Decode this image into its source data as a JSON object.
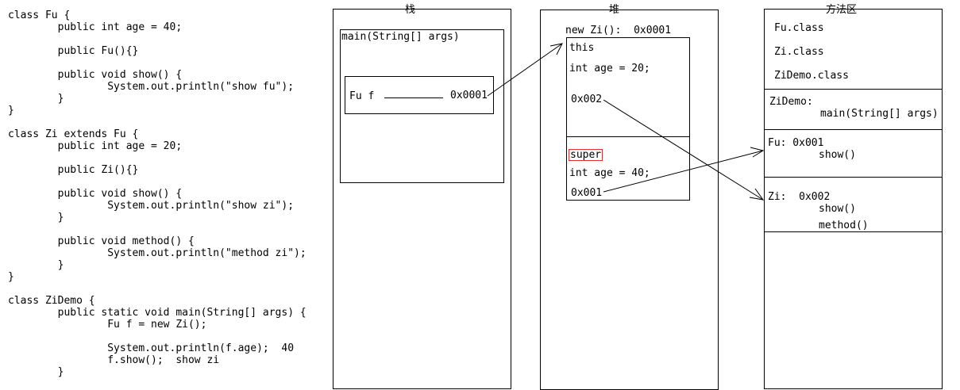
{
  "code": {
    "lines": [
      "class Fu {",
      "        public int age = 40;",
      "",
      "        public Fu(){}",
      "",
      "        public void show() {",
      "                System.out.println(\"show fu\");",
      "        }",
      "}",
      "",
      "class Zi extends Fu {",
      "        public int age = 20;",
      "",
      "        public Zi(){}",
      "",
      "        public void show() {",
      "                System.out.println(\"show zi\");",
      "        }",
      "",
      "        public void method() {",
      "                System.out.println(\"method zi\");",
      "        }",
      "}",
      "",
      "class ZiDemo {",
      "        public static void main(String[] args) {",
      "                Fu f = new Zi();",
      "",
      "                System.out.println(f.age);  40",
      "                f.show();  show zi",
      "        }"
    ]
  },
  "stack": {
    "title": "栈",
    "main_frame": "main(String[] args)",
    "var_name": "Fu f",
    "var_value": "0x0001"
  },
  "heap": {
    "title": "堆",
    "object_header": "new Zi():  0x0001",
    "this_label": "this",
    "zi_age": "int age = 20;",
    "zi_method_ref": "0x002",
    "super_label": "super",
    "fu_age": "int age = 40;",
    "fu_method_ref": "0x001"
  },
  "method_area": {
    "title": "方法区",
    "classes": [
      "Fu.class",
      "Zi.class",
      "ZiDemo.class"
    ],
    "zidemo_label": "ZiDemo:",
    "zidemo_method": "main(String[] args)",
    "fu_header": "Fu: 0x001",
    "fu_method": "show()",
    "zi_header": "Zi:  0x002",
    "zi_methods": [
      "show()",
      "method()"
    ]
  },
  "colors": {
    "super_border": "#e03030",
    "line": "#000000"
  }
}
